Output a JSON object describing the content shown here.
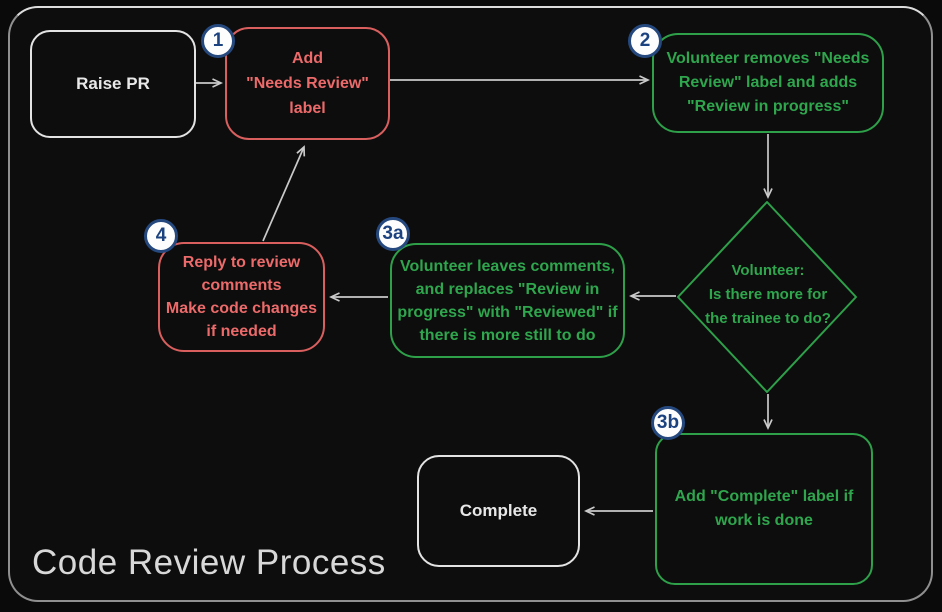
{
  "title": "Code Review Process",
  "colors": {
    "background": "#0d0d0d",
    "red": "#ec6a6a",
    "green": "#2ea04a",
    "white": "#e8e8e8",
    "badge_blue": "#1c4380",
    "arrow_gray": "#c9c9c9"
  },
  "nodes": {
    "raise_pr": {
      "label": "Raise PR"
    },
    "add_needs_review": {
      "badge": "1",
      "label": "Add\n\"Needs Review\"\nlabel"
    },
    "volunteer_removes": {
      "badge": "2",
      "label": "Volunteer removes \"Needs\nReview\" label and adds\n\"Review in progress\""
    },
    "decision": {
      "label": "Volunteer:\nIs there more for\nthe trainee to do?"
    },
    "leaves_comments": {
      "badge": "3a",
      "label": "Volunteer leaves comments,\nand replaces \"Review in\nprogress\" with \"Reviewed\" if\nthere is more still to do"
    },
    "reply_comments": {
      "badge": "4",
      "label": "Reply to review\ncomments\nMake code changes\nif needed"
    },
    "add_complete": {
      "badge": "3b",
      "label": "Add \"Complete\" label if\nwork is done"
    },
    "complete": {
      "label": "Complete"
    }
  }
}
